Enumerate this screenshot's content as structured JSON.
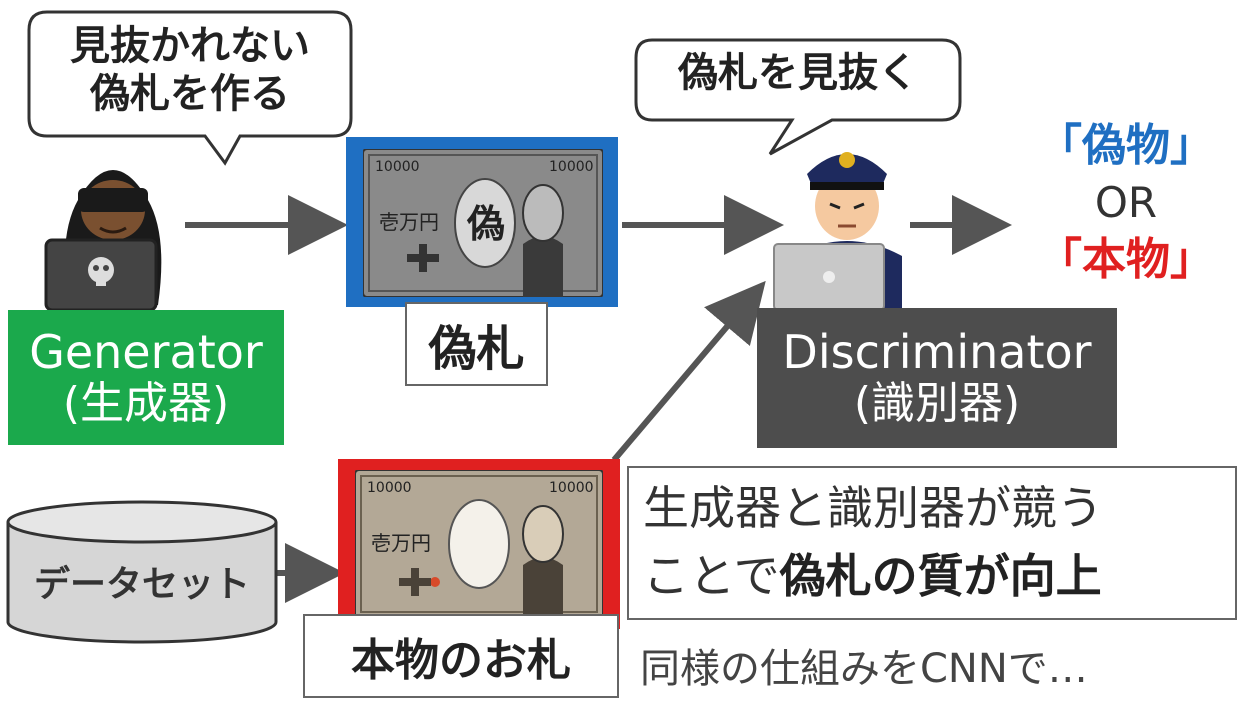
{
  "generator": {
    "speech": [
      "見抜かれない",
      "偽札を作る"
    ],
    "label": "Generator",
    "label_ja": "(生成器)"
  },
  "fake_bill": {
    "caption": "偽札"
  },
  "discriminator": {
    "speech": "偽札を見抜く",
    "label": "Discriminator",
    "label_ja": "(識別器)"
  },
  "verdict": {
    "fake": "「偽物」",
    "or": "OR",
    "real": "「本物」"
  },
  "dataset": {
    "label": "データセット"
  },
  "real_bill": {
    "caption": "本物のお札"
  },
  "summary": {
    "line1": "生成器と識別器が競う",
    "line2_plain": "ことで",
    "line2_bold": "偽札の質が向上"
  },
  "footnote": "同様の仕組みをCNNで…",
  "banknote": {
    "denomination": "10000",
    "kanji": "壱万円",
    "fake_mark": "偽"
  },
  "colors": {
    "generator_green": "#1ba94c",
    "discriminator_gray": "#4d4d4d",
    "fake_frame_blue": "#1f6fc2",
    "real_frame_red": "#e02020",
    "fake_text_blue": "#1f6fc2",
    "real_text_red": "#e02020",
    "arrow_gray": "#555555"
  }
}
